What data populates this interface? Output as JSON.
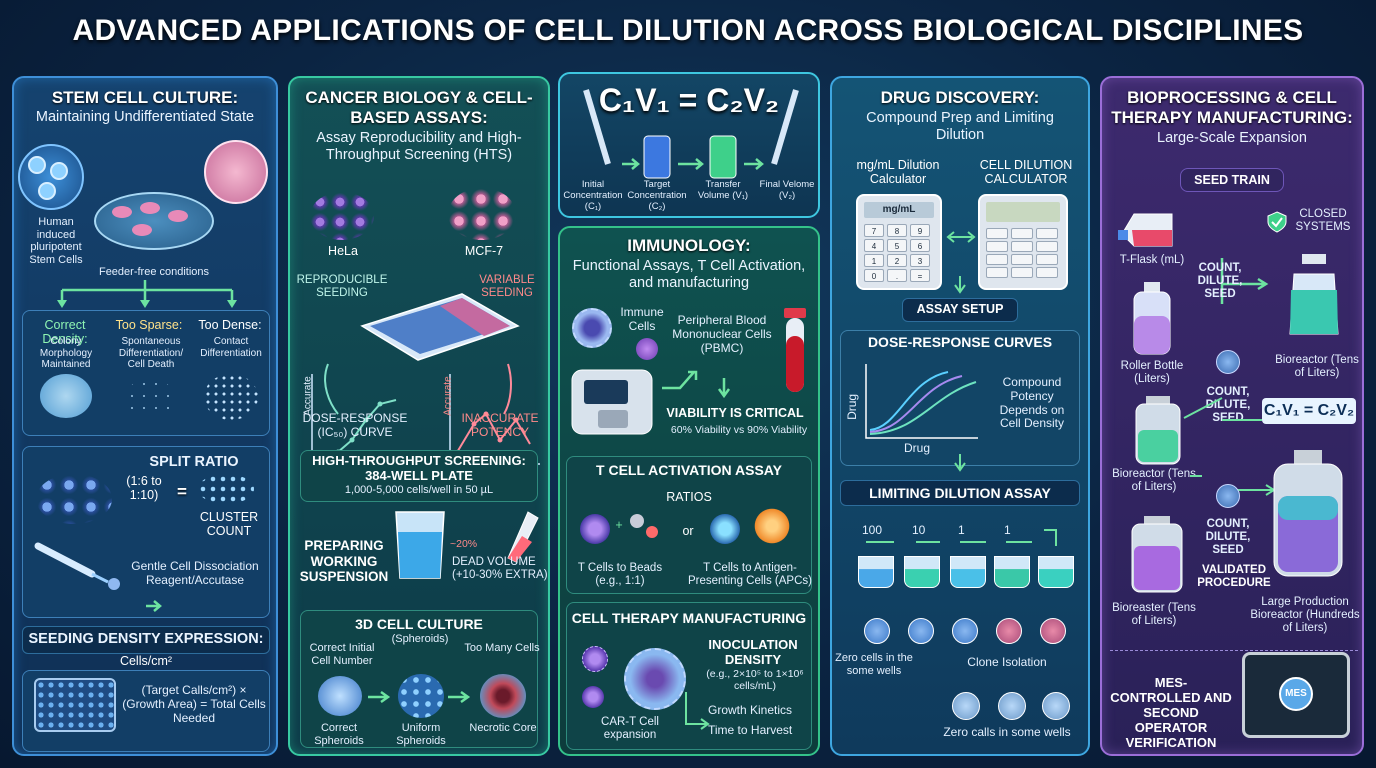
{
  "title": "ADVANCED APPLICATIONS OF CELL DILUTION ACROSS BIOLOGICAL DISCIPLINES",
  "stem": {
    "heading": "STEM CELL CULTURE:",
    "subheading": "Maintaining Undifferentiated State",
    "ipsc_label": "Human induced pluripotent Stem Cells",
    "feeder": "Feeder-free conditions",
    "correct_density": "Correct Density:",
    "too_sparse": "Too Sparse:",
    "too_dense": "Too Dense:",
    "correct_desc": "Colony Morphology Maintained",
    "sparse_desc": "Spontaneous Differentiation/ Cell Death",
    "dense_desc": "Contact Differentiation",
    "split_ratio": "SPLIT RATIO",
    "ratio_range": "(1:6 to 1:10)",
    "equals": "=",
    "cluster_count": "CLUSTER COUNT",
    "dissociation": "Gentle Cell Dissociation Reagent/Accutase",
    "seeding_heading": "SEEDING DENSITY EXPRESSION:",
    "seeding_unit": "Cells/cm²",
    "formula": "(Target Calls/cm²) × (Growth Area) = Total Cells Needed"
  },
  "cancer": {
    "heading": "CANCER BIOLOGY & CELL-BASED ASSAYS:",
    "subheading": "Assay Reproducibility and High-Throughput Screening (HTS)",
    "hela": "HeLa",
    "mcf7": "MCF-7",
    "reproducible": "REPRODUCIBLE SEEDING",
    "variable": "VARIABLE SEEDING",
    "axis_left": "Accurate",
    "axis_right": "Accurate",
    "dose_response": "DOSE-RESPONSE (IC₅₀) CURVE",
    "inaccurate": "INACCURATE POTENCY",
    "hts_heading": "HIGH-THROUGHPUT SCREENING: 384-WELL PLATE",
    "hts_desc": "1,000-5,000 cells/well in 50 µL",
    "preparing": "PREPARING WORKING SUSPENSION",
    "pct20": "~20%",
    "dead_volume": "DEAD VOLUME (+10-30% EXTRA)",
    "culture3d": "3D CELL CULTURE",
    "spheroids_title": "(Spheroids)",
    "correct_initial": "Correct Initial Cell Number",
    "too_many": "Too Many Cells",
    "correct_sph": "Correct Spheroids",
    "uniform_sph": "Uniform Spheroids",
    "necrotic": "Necrotic Core"
  },
  "formula_panel": {
    "formula": "C₁V₁ = C₂V₂",
    "initial": "Initial Concentration (C₁)",
    "target": "Target Concentration (C₂)",
    "transfer": "Transfer Volume (V₁)",
    "final": "Final Velome (V₂)"
  },
  "immuno": {
    "heading": "IMMUNOLOGY:",
    "subheading": "Functional Assays, T Cell Activation, and manufacturing",
    "immune_cells": "Immune Cells",
    "pbmc": "Peripheral Blood Mononuclear Cells (PBMC)",
    "viability": "VIABILITY IS CRITICAL",
    "viability_desc": "60% Viability vs 90% Viability",
    "tcell_heading": "T CELL ACTIVATION ASSAY",
    "ratios": "RATIOS",
    "or": "or",
    "tcells_beads": "T Cells to Beads (e.g., 1:1)",
    "tcells_apc": "T Cells to Antigen-Presenting Cells (APCs)",
    "ctm_heading": "CELL THERAPY MANUFACTURING",
    "inoculation": "INOCULATION DENSITY",
    "inoculation_desc": "(e.g., 2×10⁵ to 1×10⁶ cells/mL)",
    "growth": "Growth Kinetics",
    "harvest": "Time to Harvest",
    "cart": "CAR-T Cell expansion"
  },
  "drug": {
    "heading": "DRUG DISCOVERY:",
    "subheading": "Compound Prep and Limiting Dilution",
    "calc1_label": "mg/mL Dilution Calculator",
    "calc2_label": "CELL DILUTION CALCULATOR",
    "calc_display": "mg/mL",
    "keys": [
      "7",
      "8",
      "9",
      "4",
      "5",
      "6",
      "1",
      "2",
      "3",
      "0",
      ".",
      "="
    ],
    "assay_setup": "ASSAY SETUP",
    "dose_heading": "DOSE-RESPONSE CURVES",
    "y_axis": "Drug",
    "x_axis": "Drug",
    "potency": "Compound Potency Depends on Cell Density",
    "lda_heading": "LIMITING DILUTION ASSAY",
    "lda_values": [
      "100",
      "10",
      "1",
      "1"
    ],
    "zero_cells": "Zero cells in the some wells",
    "clone": "Clone Isolation",
    "zero_calls": "Zero calls in some wells"
  },
  "bio": {
    "heading": "BIOPROCESSING & CELL THERAPY MANUFACTURING:",
    "subheading": "Large-Scale Expansion",
    "seed_train": "SEED TRAIN",
    "closed": "CLOSED SYSTEMS",
    "tflask": "T-Flask (mL)",
    "count1": "COUNT, DILUTE, SEED",
    "roller": "Roller Bottle (Liters)",
    "bioreactor1": "Bioreactor (Tens of Liters)",
    "count2": "COUNT, DILUTE, SEED",
    "formula": "C₁V₁ = C₂V₂",
    "bioreactor2": "Bioreactor (Tens of Liters)",
    "count3": "COUNT, DILUTE, SEED",
    "validated": "VALIDATED PROCEDURE",
    "bioreaster": "Bioreaster (Tens of Liters)",
    "large": "Large Production Bioreactor (Hundreds of Liters)",
    "mes": "MES-CONTROLLED AND SECOND OPERATOR VERIFICATION",
    "mes_badge": "MES"
  }
}
